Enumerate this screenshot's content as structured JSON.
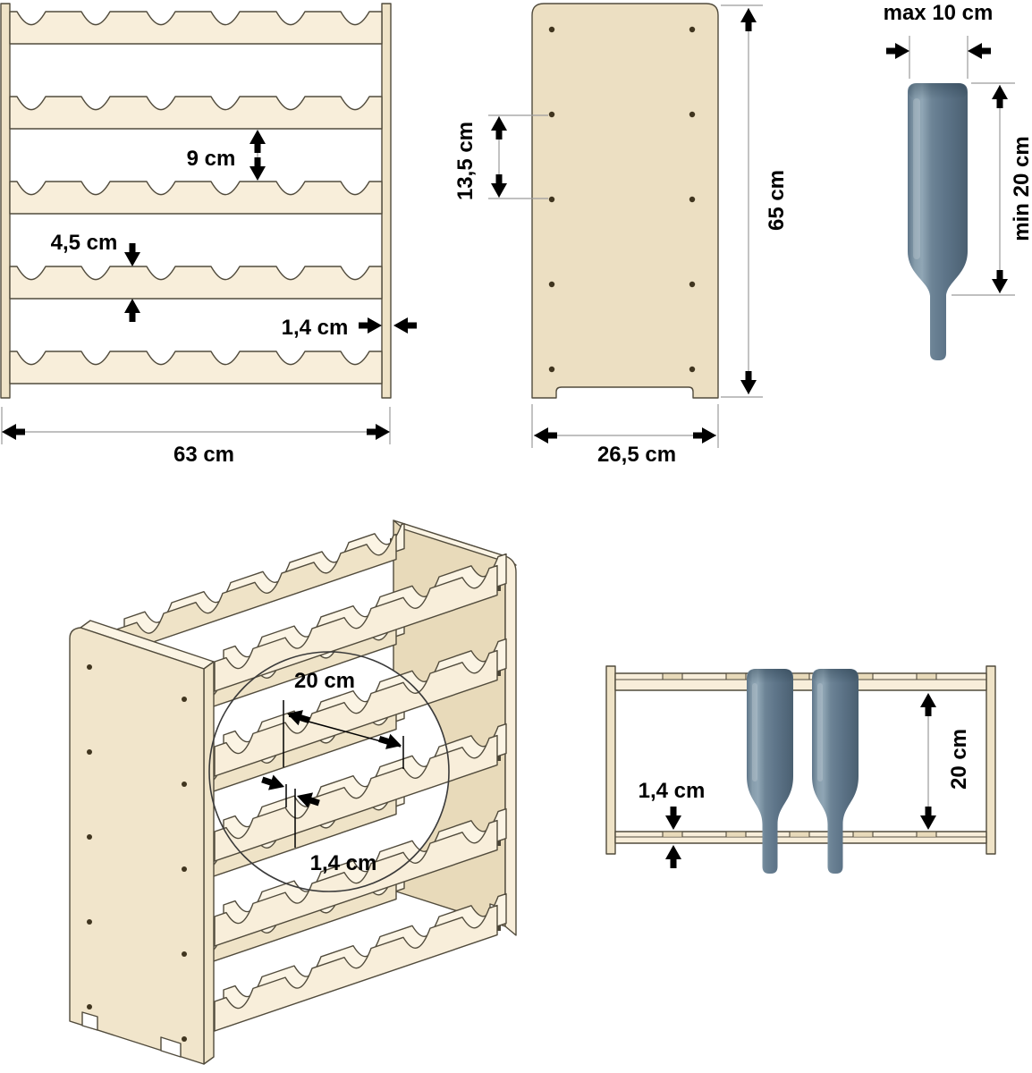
{
  "units": "cm",
  "front_view": {
    "row_gap": "9 cm",
    "rail_height": "4,5 cm",
    "side_thickness": "1,4 cm",
    "width": "63 cm"
  },
  "side_view": {
    "hole_spacing": "13,5 cm",
    "height": "65 cm",
    "depth": "26,5 cm"
  },
  "bottle_view": {
    "max_diameter": "max 10 cm",
    "min_body_length": "min 20 cm"
  },
  "iso_view": {
    "bottle_pitch": "20 cm",
    "rail_thickness": "1,4 cm"
  },
  "top_view": {
    "rail_thickness": "1,4 cm",
    "row_spacing": "20 cm"
  },
  "colors": {
    "background": "#ffffff",
    "wood_face": "#f8eeda",
    "wood_mid": "#efe3c7",
    "wood_tan": "#e8daba",
    "wood_light": "#fbf4e4",
    "wood_panel": "#ecdfc2",
    "wood_panel_face": "#f1e5cb",
    "outline": "#514b3c",
    "dimension_line": "#9b9b9b",
    "annotation_ink": "#000000",
    "hole": "#40351f",
    "bottle_dark": "#4c6173",
    "bottle_mid": "#5e7589",
    "bottle_highlight": "#90a6b5"
  }
}
